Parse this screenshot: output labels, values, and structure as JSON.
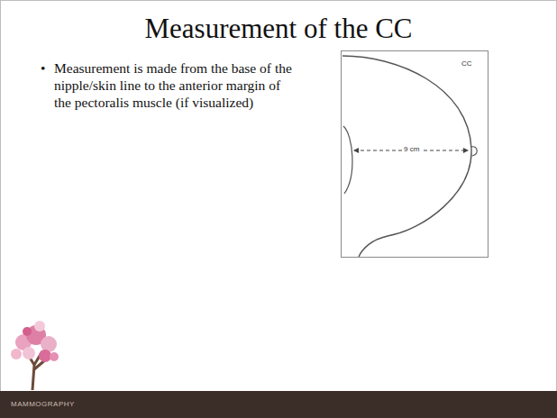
{
  "diagram": {
    "title": "Measurement of the CC",
    "labels": [
      "Measurement is made from the base of the nipple/skin line to the anterior margin of the pectoralis muscle (if visualized)",
      "CC",
      "9 cm",
      "MAMMOGRAPHY"
    ]
  }
}
